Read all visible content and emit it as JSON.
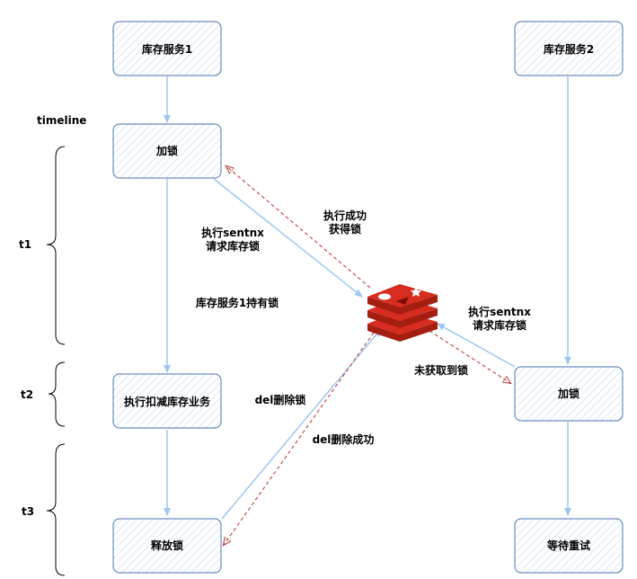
{
  "colors": {
    "box_stroke": "#6c8ebf",
    "box_fill": "#ffffff",
    "hatch": "#dae8fc",
    "arrow_blue": "#9cc7ef",
    "arrow_red": "#c0504d",
    "redis_dark": "#a41e11",
    "redis_mid": "#d82c20"
  },
  "boxes": {
    "service1": "库存服务1",
    "service2": "库存服务2",
    "lock1": "加锁",
    "deduct": "执行扣减库存业务",
    "release": "释放锁",
    "lock2": "加锁",
    "retry": "等待重试"
  },
  "labels": {
    "timeline": "timeline",
    "t1": "t1",
    "t2": "t2",
    "t3": "t3",
    "s1_request_line1": "执行sentnx",
    "s1_request_line2": "请求库存锁",
    "s1_success_line1": "执行成功",
    "s1_success_line2": "获得锁",
    "s1_holds": "库存服务1持有锁",
    "s2_request_line1": "执行sentnx",
    "s2_request_line2": "请求库存锁",
    "s2_fail": "未获取到锁",
    "del": "del删除锁",
    "del_success": "del删除成功"
  },
  "icons": {
    "redis": "redis-logo-icon"
  }
}
